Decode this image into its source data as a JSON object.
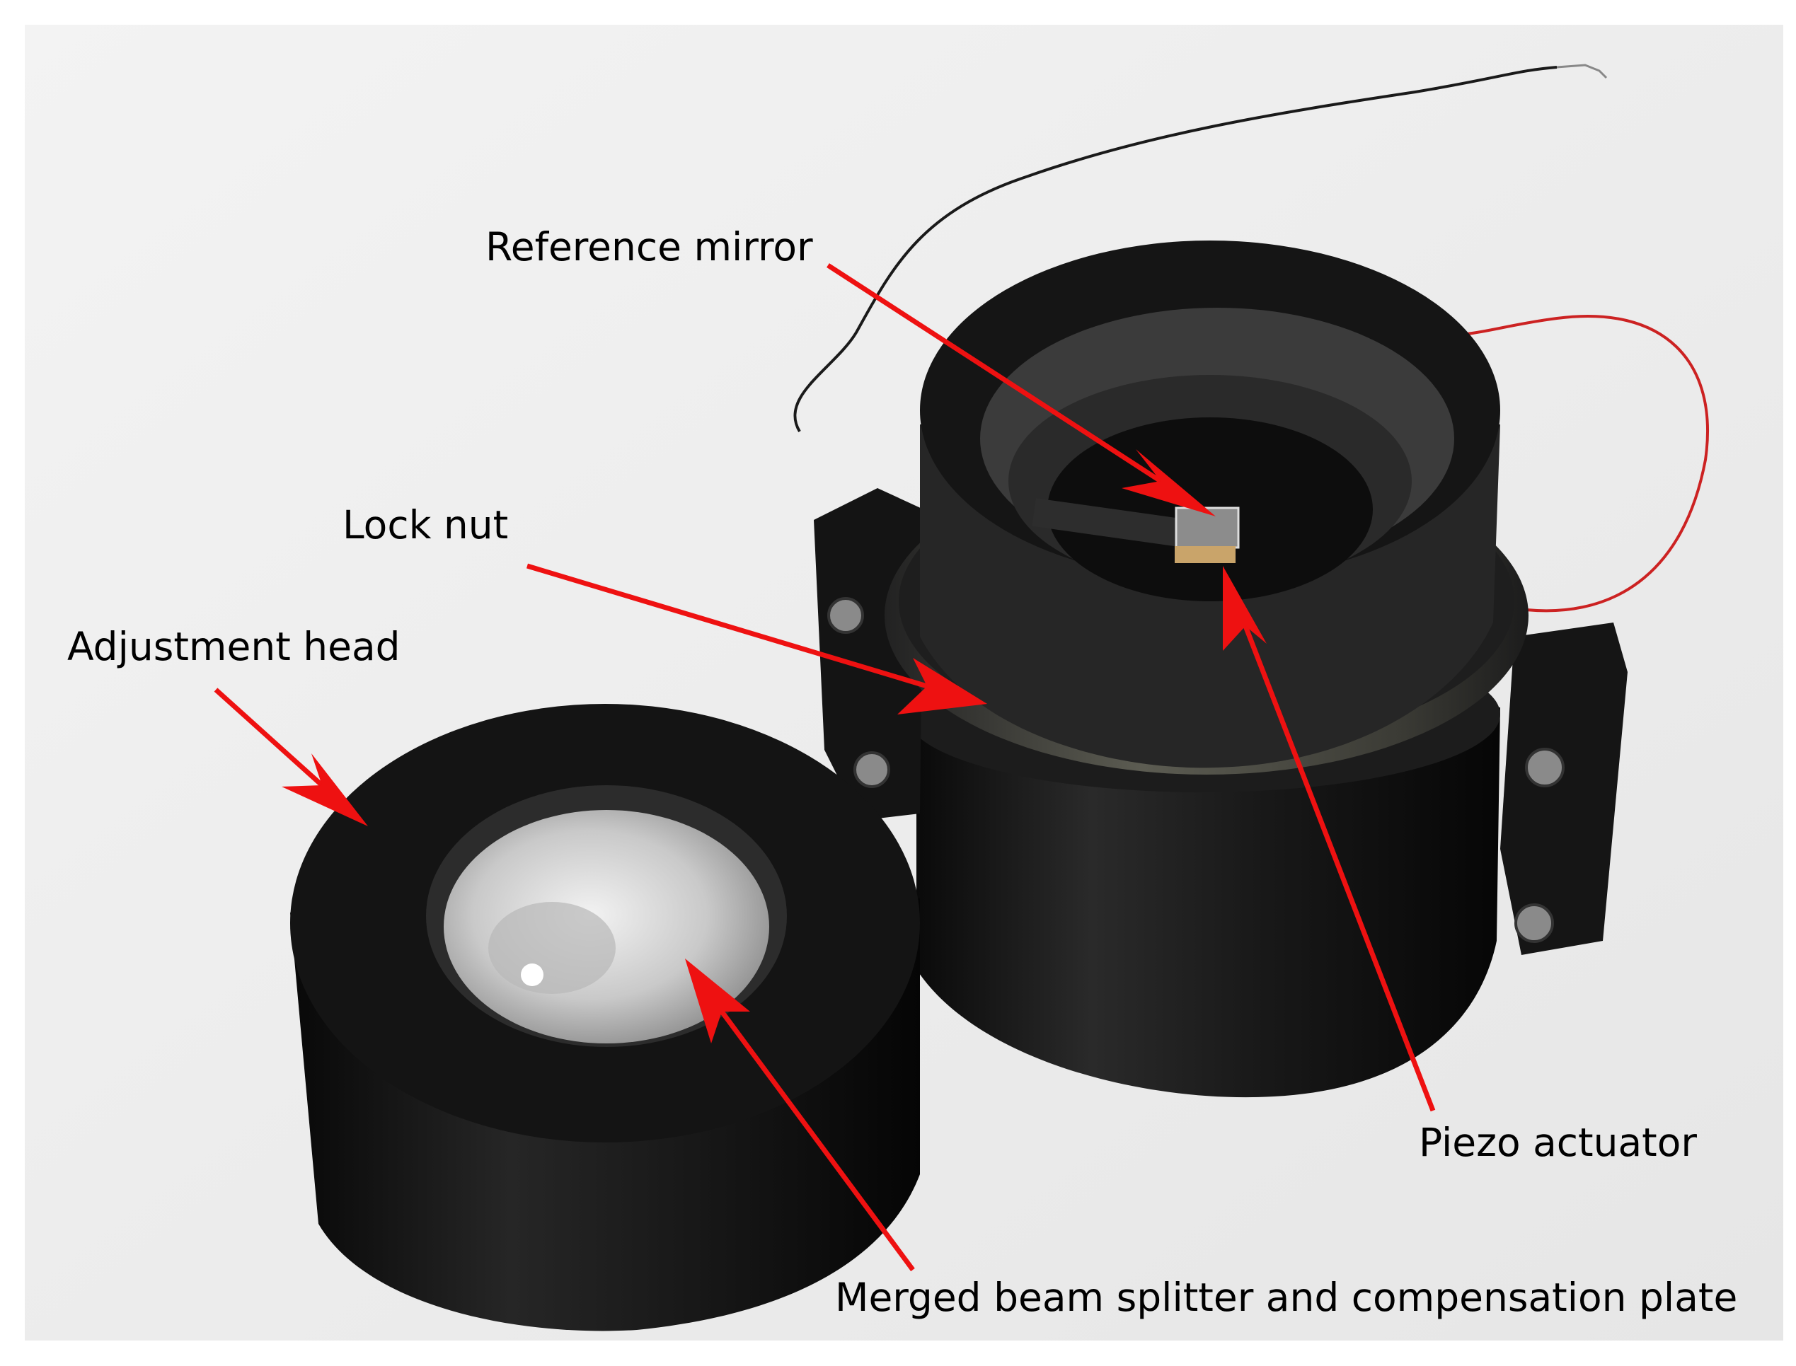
{
  "labels": {
    "reference_mirror": "Reference mirror",
    "lock_nut": "Lock nut",
    "adjustment_head": "Adjustment head",
    "piezo_actuator": "Piezo actuator",
    "beam_splitter": "Merged beam splitter and compensation plate"
  },
  "colors": {
    "arrow": "#ee1111",
    "anodized_black": "#141414",
    "photo_background": "#f1f1f1"
  }
}
